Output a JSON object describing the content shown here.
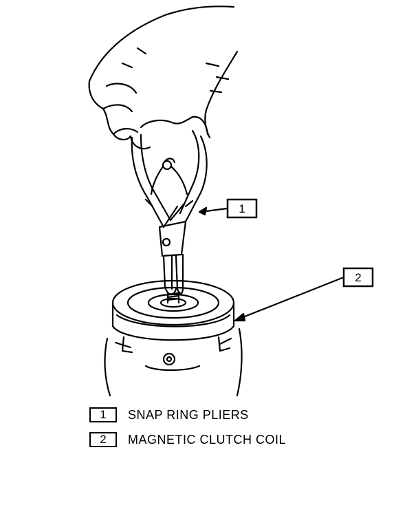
{
  "callouts": [
    {
      "number": "1",
      "label": "SNAP RING PLIERS"
    },
    {
      "number": "2",
      "label": "MAGNETIC CLUTCH COIL"
    }
  ],
  "icons": {
    "hand": "hand-icon",
    "pliers": "snap-ring-pliers-icon",
    "coil": "magnetic-clutch-coil-icon"
  },
  "colors": {
    "line": "#000000",
    "background": "#ffffff"
  }
}
